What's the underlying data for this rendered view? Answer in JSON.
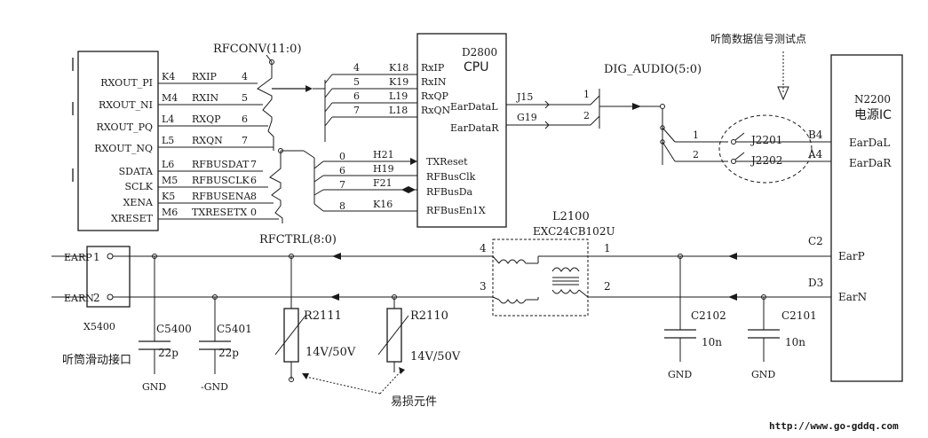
{
  "left_chip": {
    "pins": [
      "RXOUT_PI",
      "RXOUT_NI",
      "RXOUT_PQ",
      "RXOUT_NQ",
      "SDATA",
      "SCLK",
      "XENA",
      "XRESET"
    ],
    "ball_ids": [
      "K4",
      "M4",
      "L4",
      "L5",
      "L6",
      "M5",
      "K5",
      "M6"
    ],
    "nets": [
      "RXIP",
      "RXIN",
      "RXQP",
      "RXQN",
      "RFBUSDAT",
      "RFBUSCLK",
      "RFBUSENA",
      "TXRESETX"
    ],
    "bus_idx": [
      "4",
      "5",
      "6",
      "7",
      "7",
      "6",
      "8",
      "0"
    ]
  },
  "cpu": {
    "refdes": "D2800",
    "name": "CPU",
    "rx_idx": [
      "4",
      "5",
      "6",
      "7"
    ],
    "rx_balls": [
      "K18",
      "K19",
      "L19",
      "L18"
    ],
    "rx_pins": [
      "RxIP",
      "RxIN",
      "RxQP",
      "RxQN"
    ],
    "ear_pins": [
      "EarDataL",
      "EarDataR"
    ],
    "ear_balls": [
      "J15",
      "G19"
    ],
    "ctrl_idx": [
      "0",
      "6",
      "7",
      "8"
    ],
    "ctrl_balls": [
      "H21",
      "H19",
      "F21",
      "K16"
    ],
    "ctrl_pins": [
      "TXReset",
      "RFBusClk",
      "RFBusDa",
      "RFBusEn1X"
    ]
  },
  "buses": {
    "rfconv": "RFCONV(11:0)",
    "rfctrl": "RFCTRL(8:0)",
    "dig_audio": "DIG_AUDIO(5:0)",
    "dig_idx": [
      "1",
      "2"
    ],
    "dig_out_idx": [
      "1",
      "2"
    ]
  },
  "power_ic": {
    "refdes": "N2200",
    "name": "电源IC",
    "pins": [
      "EarDaL",
      "EarDaR",
      "EarP",
      "EarN"
    ],
    "balls": [
      "B4",
      "A4",
      "C2",
      "D3"
    ]
  },
  "testpoints": {
    "note": "听筒数据信号测试点",
    "labels": [
      "J2201",
      "J2202"
    ]
  },
  "filter": {
    "refdes": "L2100",
    "part": "EXC24CB102U",
    "pins": [
      "4",
      "1",
      "3",
      "2"
    ]
  },
  "connector": {
    "refdes": "X5400",
    "desc": "听筒滑动接口",
    "pins": [
      "1",
      "2"
    ],
    "nets": [
      "EARP",
      "EARN"
    ]
  },
  "parts": {
    "c5400": {
      "ref": "C5400",
      "val": "22p"
    },
    "c5401": {
      "ref": "C5401",
      "val": "22p"
    },
    "r2111": {
      "ref": "R2111",
      "val": "14V/50V"
    },
    "r2110": {
      "ref": "R2110",
      "val": "14V/50V"
    },
    "c2102": {
      "ref": "C2102",
      "val": "10n"
    },
    "c2101": {
      "ref": "C2101",
      "val": "10n"
    }
  },
  "gnd": [
    "GND",
    "-GND",
    "GND",
    "GND"
  ],
  "fragile_note": "易损元件",
  "watermark": "http://www.go-gddq.com"
}
